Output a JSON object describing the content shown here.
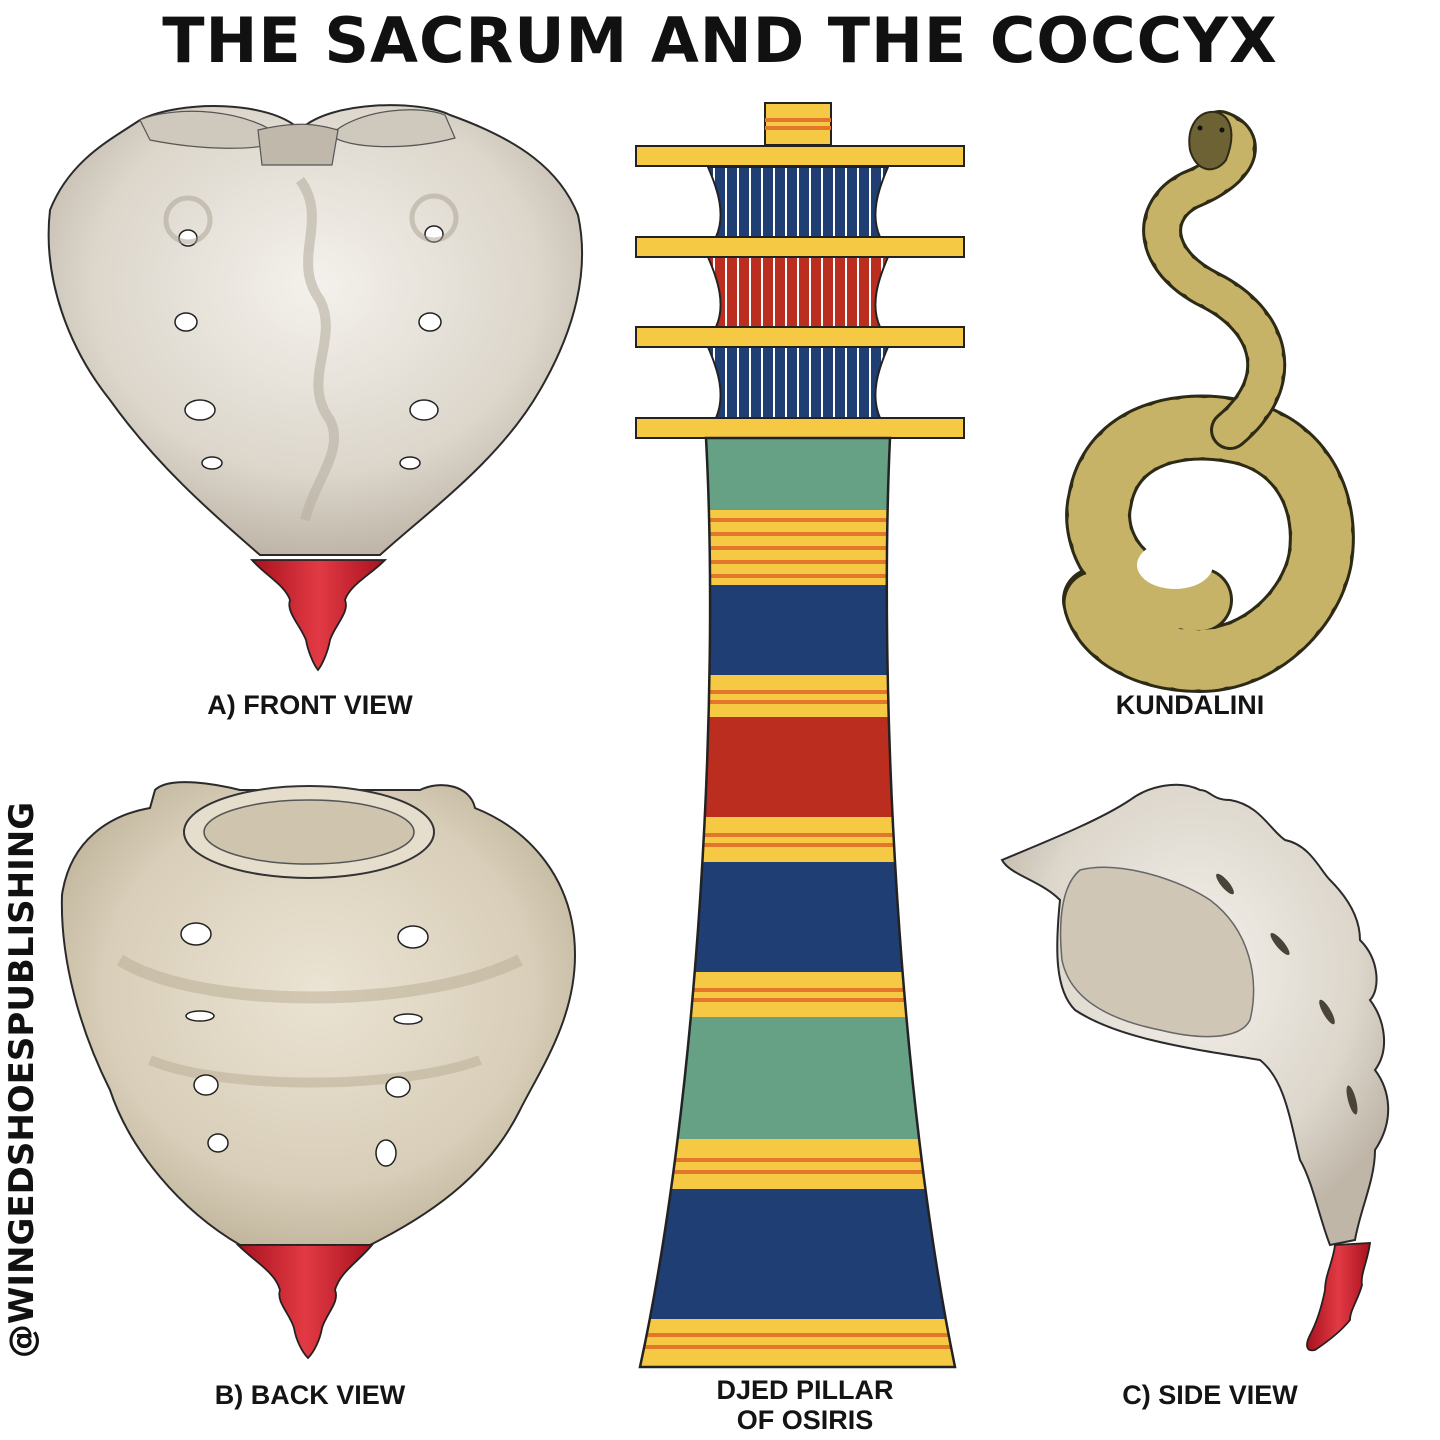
{
  "title": "THE SACRUM AND THE COCCYX",
  "watermark": "@WINGEDSHOESPUBLISHING",
  "panels": {
    "front": {
      "label": "A) FRONT VIEW"
    },
    "back": {
      "label": "B) BACK VIEW"
    },
    "side": {
      "label": "C) SIDE VIEW"
    },
    "snake": {
      "label": "KUNDALINI"
    },
    "djed": {
      "label_line1": "DJED PILLAR",
      "label_line2": "OF OSIRIS"
    }
  },
  "colors": {
    "bone": "#dcd6cb",
    "bone_light": "#efebe4",
    "bone_back": "#d9cfbb",
    "coccyx": "#d42a35",
    "djed_yellow": "#f6c944",
    "djed_orange": "#e2762a",
    "djed_blue": "#1f3e74",
    "djed_red": "#bb2d1e",
    "djed_green": "#66a085",
    "snake_dark": "#3c3a22",
    "snake_light": "#c7b368"
  }
}
